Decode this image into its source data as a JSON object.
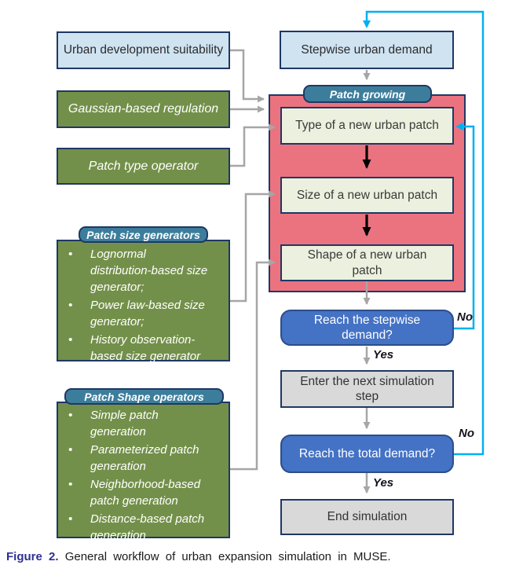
{
  "figure": {
    "caption_label": "Figure 2.",
    "caption_text": "General workflow of urban expansion simulation in MUSE."
  },
  "inputs": {
    "suitability": "Urban development suitability",
    "gaussian": "Gaussian-based regulation",
    "patch_type": "Patch type operator",
    "size_generators": {
      "title": "Patch size generators",
      "items": [
        "Lognormal distribution-based size generator;",
        "Power law-based size generator;",
        "History observation-based size generator"
      ]
    },
    "shape_operators": {
      "title": "Patch Shape operators",
      "items": [
        "Simple patch generation",
        "Parameterized patch generation",
        "Neighborhood-based patch generation",
        "Distance-based patch generation"
      ]
    }
  },
  "flow": {
    "stepwise_demand": "Stepwise urban demand",
    "patch_growing": "Patch growing",
    "type_patch": "Type of a new urban patch",
    "size_patch": "Size of a new urban patch",
    "shape_patch": "Shape of a new urban patch",
    "reach_stepwise": "Reach the stepwise demand?",
    "enter_next": "Enter the next simulation step",
    "reach_total": "Reach the total demand?",
    "end_simulation": "End simulation",
    "yes_label": "Yes",
    "no_label": "No"
  },
  "colors": {
    "light_blue_fill": "#cfe3f1",
    "green_fill": "#73904a",
    "teal_pill_fill": "#3d7d9c",
    "red_frame_fill": "#eb7380",
    "cream_fill": "#ebf1de",
    "decision_blue_fill": "#4472c4",
    "gray_fill": "#d9d9d9",
    "navy_border": "#1f3864",
    "connector_gray": "#a6a6a6",
    "loop_cyan": "#00b0f0",
    "caption_label_blue": "#2d3192"
  }
}
